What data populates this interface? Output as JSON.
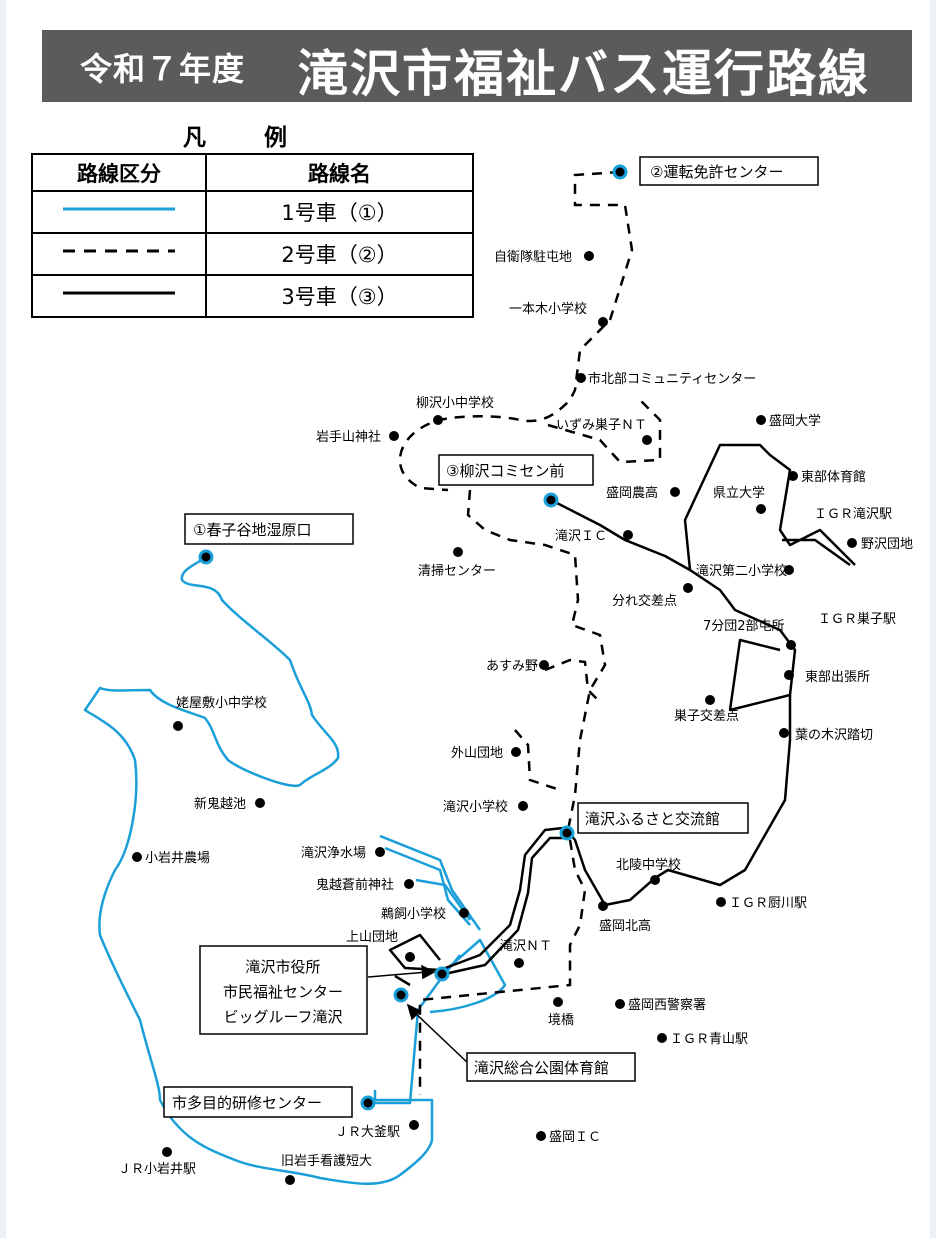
{
  "header": {
    "year": "令和７年度",
    "title": "滝沢市福祉バス運行路線図"
  },
  "legend": {
    "title": "凡例",
    "col_type": "路線区分",
    "col_name": "路線名",
    "routes": [
      {
        "name": "1号車（①）",
        "style": "solid-blue",
        "color": "#1a9fd8"
      },
      {
        "name": "2号車（②）",
        "style": "dashed-black",
        "color": "#000000"
      },
      {
        "name": "3号車（③）",
        "style": "solid-black",
        "color": "#000000"
      }
    ]
  },
  "terminals": {
    "menkyo": "②運転免許センター",
    "yanagisawa": "③柳沢コミセン前",
    "haruko": "①春子谷地湿原口",
    "furusato": "滝沢ふるさと交流館",
    "shiyakusho_1": "滝沢市役所",
    "shiyakusho_2": "市民福祉センター",
    "shiyakusho_3": "ビッグルーフ滝沢",
    "sogo": "滝沢総合公園体育館",
    "tamokuteki": "市多目的研修センター"
  },
  "stops": {
    "jieitai": "自衛隊駐屯地",
    "ipponki": "一本木小学校",
    "hokubu": "市北部コミュニティセンター",
    "izumi": "いずみ巣子ＮＴ",
    "yanagisawa_school": "柳沢小中学校",
    "iwatesan": "岩手山神社",
    "morioka_univ": "盛岡大学",
    "tobu_gym": "東部体育館",
    "morioka_agri": "盛岡農高",
    "kenritsu": "県立大学",
    "igr_takizawa": "ＩＧＲ滝沢駅",
    "nozawa": "野沢団地",
    "takizawa_ic": "滝沢ＩＣ",
    "seiso": "清掃センター",
    "takizawa2": "滝沢第二小学校",
    "wakare": "分れ交差点",
    "igr_sugo": "ＩＧＲ巣子駅",
    "nanabundan": "7分団2部屯所",
    "tobu_branch": "東部出張所",
    "azumino": "あすみ野",
    "sugo_cross": "巣子交差点",
    "kiyashiki": "姥屋敷小中学校",
    "happanoki": "葉の木沢踏切",
    "sotoyama": "外山団地",
    "shinonigoe": "新鬼越池",
    "takizawa_elem": "滝沢小学校",
    "koiwai_farm": "小岩井農場",
    "josuijo": "滝沢浄水場",
    "hokuryo": "北陵中学校",
    "onikoshi": "鬼越蒼前神社",
    "igr_kuriyagawa": "ＩＧＲ厨川駅",
    "morioka_hokko": "盛岡北高",
    "ukai": "鵜飼小学校",
    "kamiyama": "上山団地",
    "takizawa_nt": "滝沢ＮＴ",
    "sakaibashi": "境橋",
    "morioka_west_police": "盛岡西警察署",
    "igr_aoyama": "ＩＧＲ青山駅",
    "jr_okama": "ＪＲ大釜駅",
    "morioka_ic": "盛岡ＩＣ",
    "jr_koiwai": "ＪＲ小岩井駅",
    "kyu_iwate": "旧岩手看護短大"
  }
}
